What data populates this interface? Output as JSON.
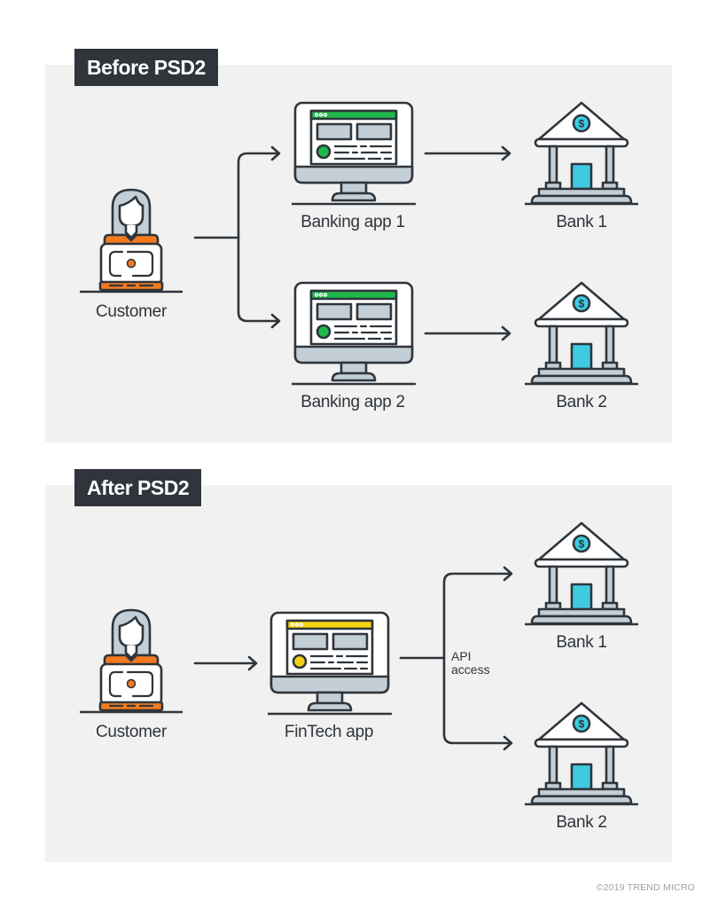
{
  "sections": {
    "before": {
      "title": "Before PSD2",
      "customer_label": "Customer",
      "apps": [
        {
          "label": "Banking app 1",
          "accent": "#1fb84b"
        },
        {
          "label": "Banking app 2",
          "accent": "#1fb84b"
        }
      ],
      "banks": [
        {
          "label": "Bank 1"
        },
        {
          "label": "Bank 2"
        }
      ]
    },
    "after": {
      "title": "After PSD2",
      "customer_label": "Customer",
      "app": {
        "label": "FinTech app",
        "accent": "#f5d115"
      },
      "connector_label_line1": "API",
      "connector_label_line2": "access",
      "banks": [
        {
          "label": "Bank 1"
        },
        {
          "label": "Bank 2"
        }
      ]
    }
  },
  "colors": {
    "outline": "#2f353b",
    "panel_bg": "#f1f1f1",
    "customer_accent": "#f47a20",
    "hair": "#c3ced6",
    "bank_door": "#3ecbe2",
    "screen_gray": "#c3ced6"
  },
  "footer": {
    "copyright": "©2019 TREND MICRO"
  }
}
